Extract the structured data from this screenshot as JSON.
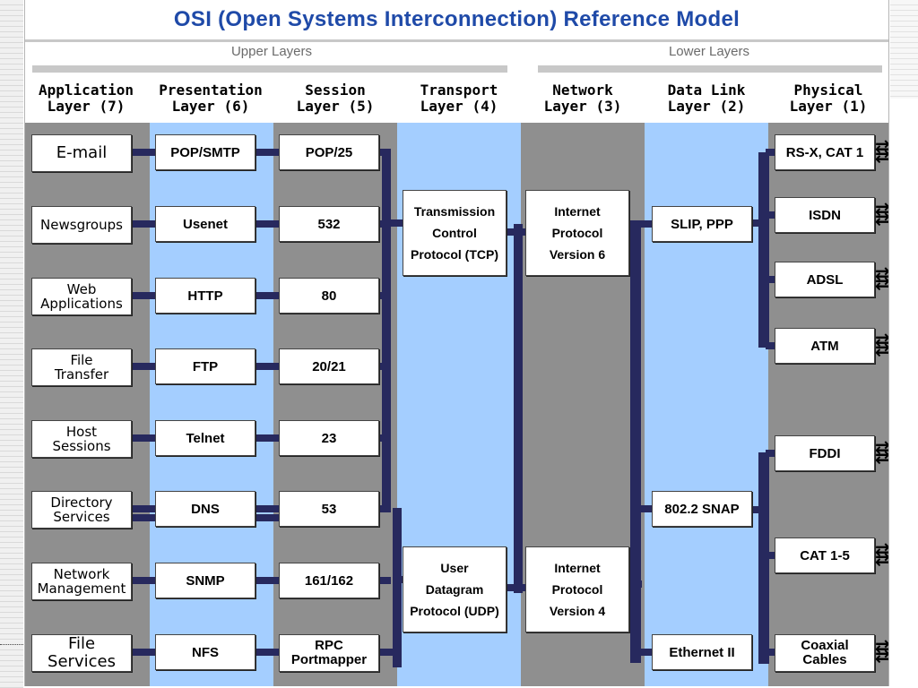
{
  "title": "OSI (Open Systems Interconnection) Reference Model",
  "groups": {
    "upper": "Upper Layers",
    "lower": "Lower Layers"
  },
  "columns": [
    {
      "name": "Application",
      "layer": "Layer (7)"
    },
    {
      "name": "Presentation",
      "layer": "Layer (6)"
    },
    {
      "name": "Session",
      "layer": "Layer (5)"
    },
    {
      "name": "Transport",
      "layer": "Layer (4)"
    },
    {
      "name": "Network",
      "layer": "Layer (3)"
    },
    {
      "name": "Data Link",
      "layer": "Layer (2)"
    },
    {
      "name": "Physical",
      "layer": "Layer (1)"
    }
  ],
  "application": [
    [
      "E-mail"
    ],
    [
      "Newsgroups"
    ],
    [
      "Web",
      "Applications"
    ],
    [
      "File",
      "Transfer"
    ],
    [
      "Host",
      "Sessions"
    ],
    [
      "Directory",
      "Services"
    ],
    [
      "Network",
      "Management"
    ],
    [
      "File",
      "Services"
    ]
  ],
  "presentation": [
    "POP/SMTP",
    "Usenet",
    "HTTP",
    "FTP",
    "Telnet",
    "DNS",
    "SNMP",
    "NFS"
  ],
  "session": [
    [
      "POP/25"
    ],
    [
      "532"
    ],
    [
      "80"
    ],
    [
      "20/21"
    ],
    [
      "23"
    ],
    [
      "53"
    ],
    [
      "161/162"
    ],
    [
      "RPC",
      "Portmapper"
    ]
  ],
  "transport": [
    [
      "Transmission",
      "Control",
      "Protocol (TCP)"
    ],
    [
      "User",
      "Datagram",
      "Protocol (UDP)"
    ]
  ],
  "network": [
    [
      "Internet",
      "Protocol",
      "Version 6"
    ],
    [
      "Internet",
      "Protocol",
      "Version 4"
    ]
  ],
  "datalink": [
    "SLIP, PPP",
    "802.2 SNAP",
    "Ethernet II"
  ],
  "physical": [
    [
      "RS-X, CAT 1"
    ],
    [
      "ISDN"
    ],
    [
      "ADSL"
    ],
    [
      "ATM"
    ],
    [
      "FDDI"
    ],
    [
      "CAT 1-5"
    ],
    [
      "Coaxial",
      "Cables"
    ]
  ],
  "colors": {
    "gray": "#8f8f8f",
    "blue": "#a4ceff",
    "bus": "#27295e",
    "title": "#1f4aa8"
  }
}
